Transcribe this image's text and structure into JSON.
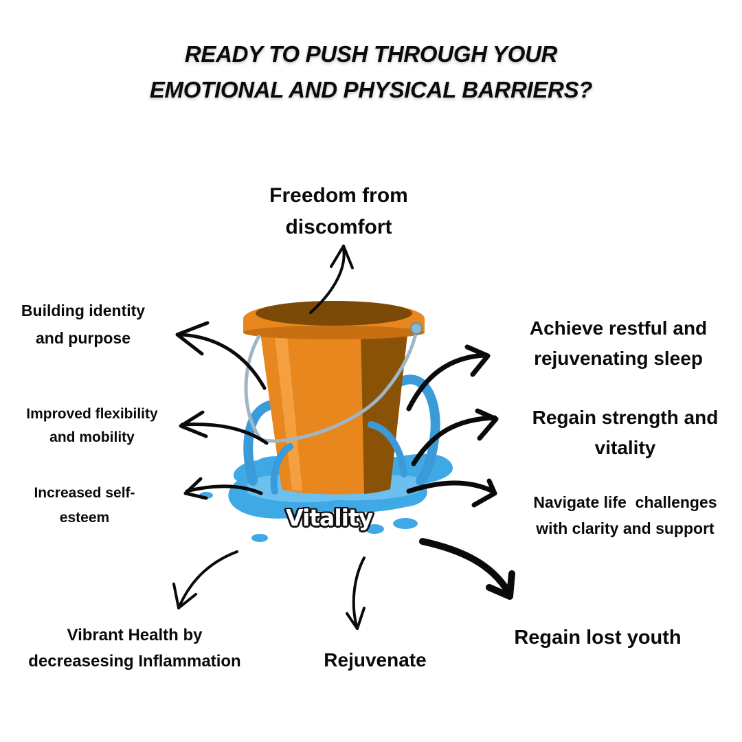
{
  "header": {
    "line1": "READY TO PUSH THROUGH YOUR",
    "line2": "EMOTIONAL AND PHYSICAL BARRIERS?"
  },
  "center": {
    "label": "Vitality",
    "image": "leaking-bucket-illustration"
  },
  "colors": {
    "bucket_orange": "#e8871e",
    "bucket_dark": "#7a4a06",
    "water_blue": "#3fa9e6",
    "handle_gray": "#9fb6c6",
    "text": "#0a0a0a"
  },
  "benefits": {
    "top": {
      "line1": "Freedom from",
      "line2": "discomfort"
    },
    "left_1": {
      "line1": "Building identity",
      "line2": "and purpose"
    },
    "left_2": {
      "line1": "Improved flexibility",
      "line2": "and mobility"
    },
    "left_3": {
      "line1": "Increased self-",
      "line2": "esteem"
    },
    "right_1": {
      "line1": "Achieve restful and",
      "line2": "rejuvenating sleep"
    },
    "right_2": {
      "line1": "Regain strength and",
      "line2": "vitality"
    },
    "right_3": {
      "line1": "Navigate life  challenges",
      "line2": "with clarity and support"
    },
    "bottom_left": {
      "line1": "Vibrant Health by",
      "line2": "decreasesing Inflammation"
    },
    "bottom_center": {
      "line1": "Rejuvenate"
    },
    "bottom_right": {
      "line1": "Regain lost youth"
    }
  }
}
